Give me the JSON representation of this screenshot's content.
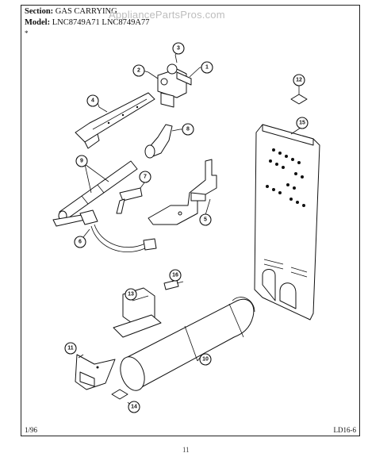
{
  "header": {
    "section_label": "Section:",
    "section_value": "GAS CARRYING",
    "model_label": "Model:",
    "model_value": "LNC8749A71 LNC8749A77",
    "watermark": "AppliancePartsPros.com",
    "mark": "*"
  },
  "footer": {
    "date": "1/96",
    "page_code": "LD16-6",
    "below_mark": "11"
  },
  "callouts": [
    "1",
    "2",
    "3",
    "4",
    "5",
    "6",
    "7",
    "8",
    "9",
    "10",
    "11",
    "12",
    "13",
    "14",
    "15",
    "16"
  ]
}
